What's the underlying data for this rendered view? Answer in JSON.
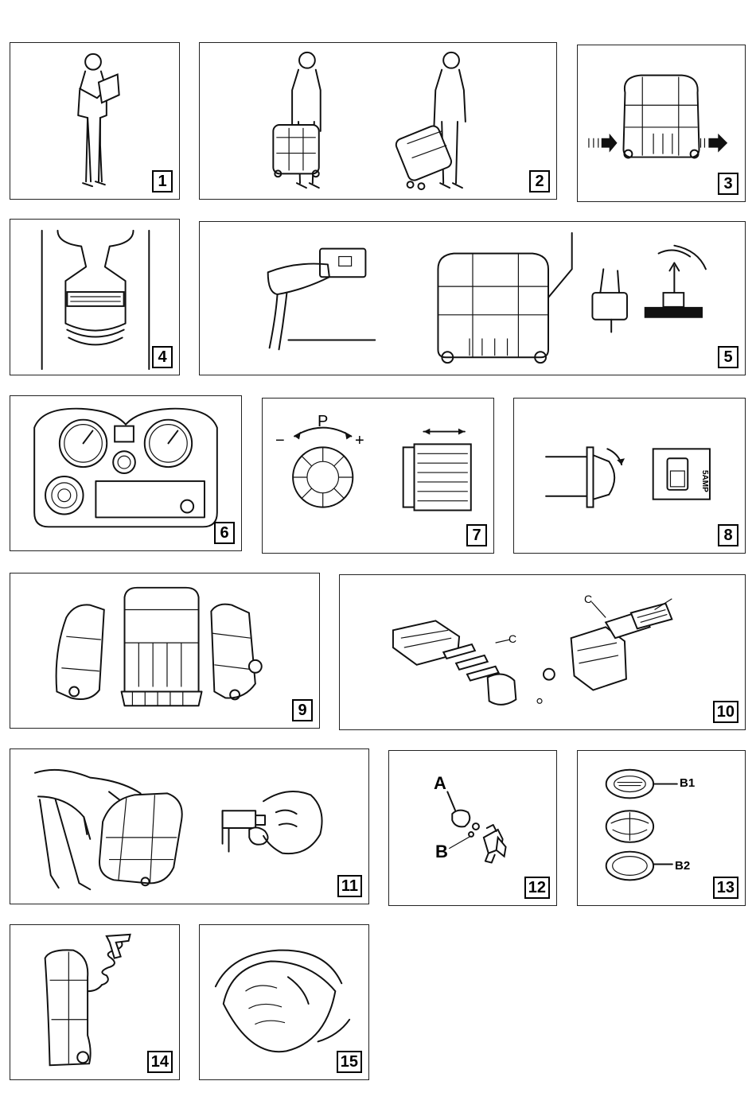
{
  "figures": [
    {
      "id": "1",
      "number": "1",
      "illustration": "person-reading-manual"
    },
    {
      "id": "2",
      "number": "2",
      "illustration": "person-carrying-compressor"
    },
    {
      "id": "3",
      "number": "3",
      "illustration": "compressor-ventilation-arrows"
    },
    {
      "id": "4",
      "number": "4",
      "illustration": "rating-plate"
    },
    {
      "id": "5",
      "number": "5",
      "illustration": "plug-and-pressure-switch"
    },
    {
      "id": "6",
      "number": "6",
      "illustration": "control-panel-gauges"
    },
    {
      "id": "7",
      "number": "7",
      "illustration": "pressure-regulator"
    },
    {
      "id": "8",
      "number": "8",
      "illustration": "thermal-switch"
    },
    {
      "id": "9",
      "number": "9",
      "illustration": "housing-exploded"
    },
    {
      "id": "10",
      "number": "10",
      "illustration": "valve-plates-exploded"
    },
    {
      "id": "11",
      "number": "11",
      "illustration": "tank-drain"
    },
    {
      "id": "12",
      "number": "12",
      "illustration": "check-valve-parts"
    },
    {
      "id": "13",
      "number": "13",
      "illustration": "diaphragm-gaskets"
    },
    {
      "id": "14",
      "number": "14",
      "illustration": "air-hose-gun"
    },
    {
      "id": "15",
      "number": "15",
      "illustration": "dust-mask"
    }
  ],
  "labels": {
    "fig7_p": "P",
    "fig7_minus": "−",
    "fig7_plus": "+",
    "fig8_amp": "5AMP",
    "fig10_c1": "C",
    "fig10_c2": "C",
    "fig12_a": "A",
    "fig12_b": "B",
    "fig13_b1": "B1",
    "fig13_b2": "B2"
  }
}
